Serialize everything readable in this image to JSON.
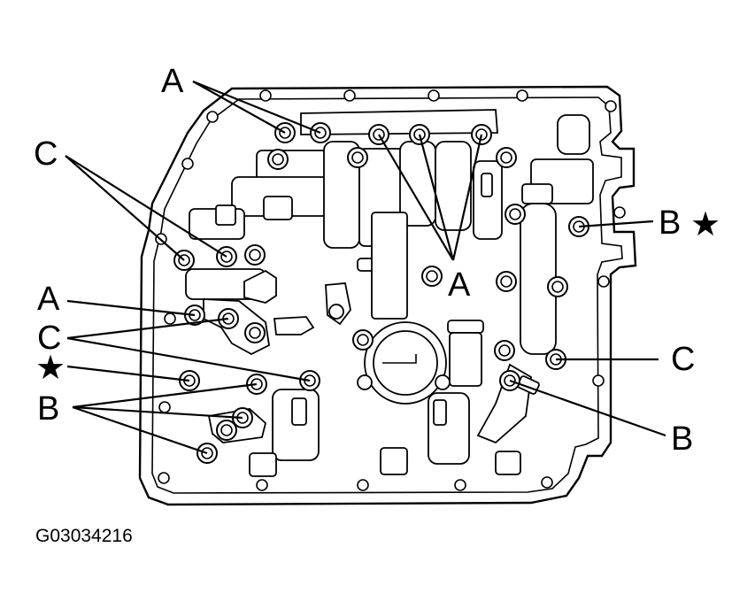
{
  "labels": {
    "a_top": "A",
    "c_upper_left": "C",
    "b_right_star": "B",
    "star_right": "★",
    "a_center": "A",
    "a_left": "A",
    "c_left": "C",
    "star_left": "★",
    "b_left": "B",
    "c_right": "C",
    "b_lower_right": "B"
  },
  "figure_code": "G03034216",
  "colors": {
    "line": "#000000",
    "background": "#ffffff"
  }
}
